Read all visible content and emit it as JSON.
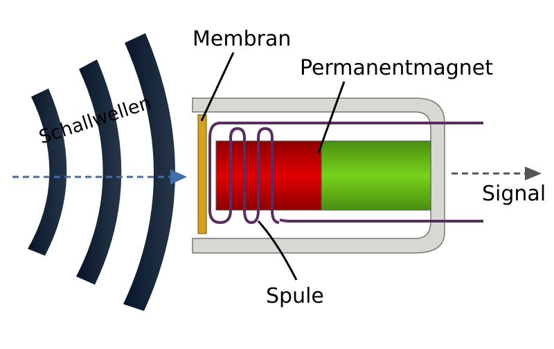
{
  "labels": {
    "membrane": "Membran",
    "magnet": "Permanentmagnet",
    "sound_waves": "Schallwellen",
    "coil": "Spule",
    "signal": "Signal"
  },
  "colors": {
    "wave_dark": "#0d1b2e",
    "wave_light": "#2a3a4c",
    "arrow_in": "#3f6fa6",
    "arrow_out": "#555555",
    "housing": "#d6d8d1",
    "membrane": "#d7a21a",
    "magnet_red": "#c00000",
    "magnet_green": "#6bbf1f",
    "coil": "#5a2d62"
  }
}
